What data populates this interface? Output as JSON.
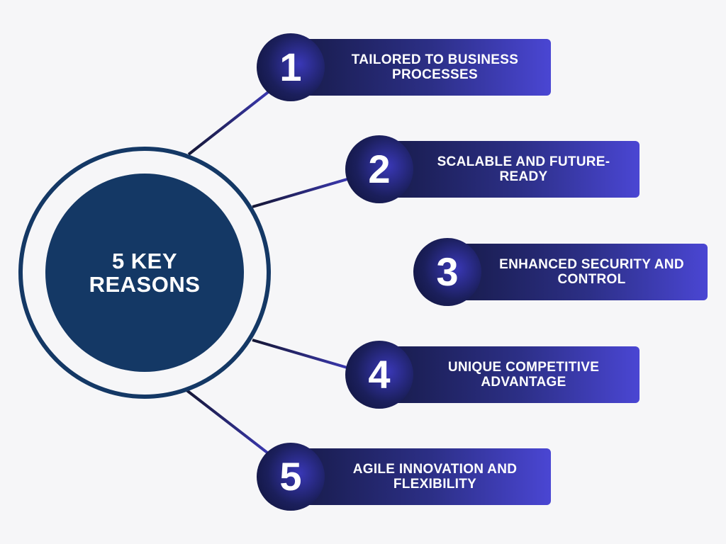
{
  "hub": {
    "title": "5 KEY REASONS"
  },
  "reasons": [
    {
      "number": "1",
      "text": "TAILORED TO BUSINESS PROCESSES"
    },
    {
      "number": "2",
      "text": "SCALABLE AND FUTURE-READY"
    },
    {
      "number": "3",
      "text": "ENHANCED SECURITY AND CONTROL"
    },
    {
      "number": "4",
      "text": "UNIQUE COMPETITIVE ADVANTAGE"
    },
    {
      "number": "5",
      "text": "AGILE INNOVATION AND FLEXIBILITY"
    }
  ],
  "colors": {
    "hub": "#143865",
    "bar_start": "#161a46",
    "bar_end": "#4a46d3",
    "connector_dark": "#141633",
    "connector_light": "#3d3ab8",
    "background": "#f6f6f8"
  }
}
